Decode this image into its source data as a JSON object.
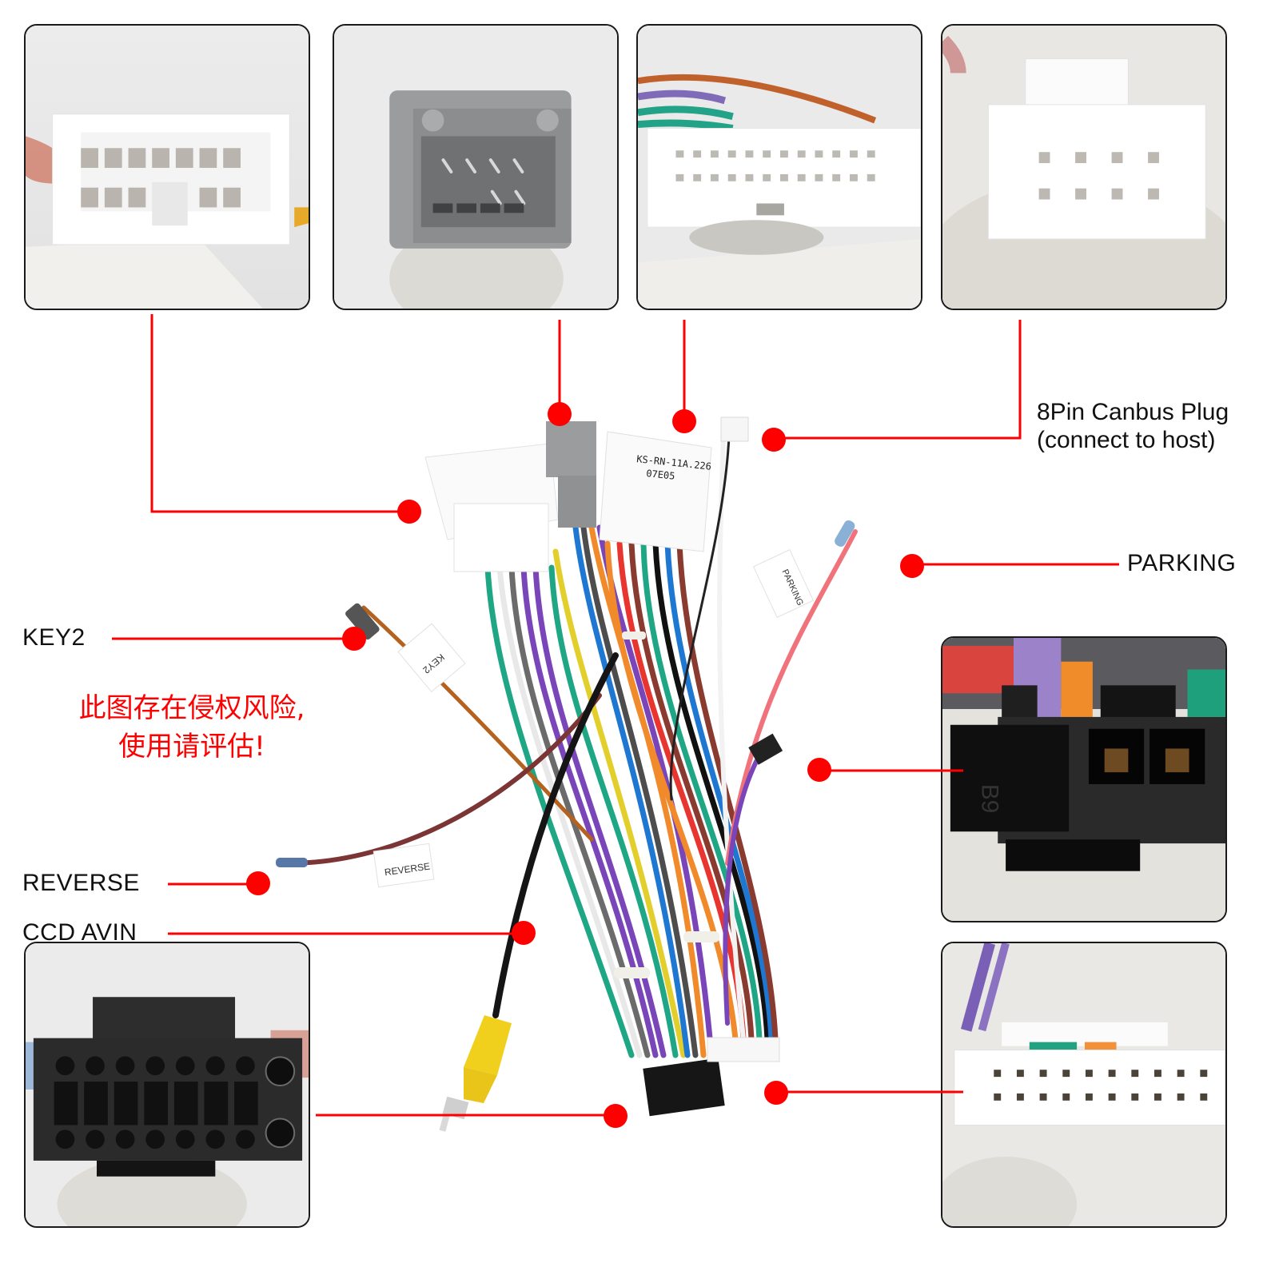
{
  "diagram": {
    "title": "Car stereo wiring harness connector diagram",
    "accent_color": "#ff0000",
    "connector_label_printed": "KS-RN-11A.226",
    "connector_label_code": "07E05",
    "callouts": {
      "canbus_line1": "8Pin Canbus Plug",
      "canbus_line2": "(connect to host)",
      "parking": "PARKING",
      "key2": "KEY2",
      "reverse": "REVERSE",
      "ccd_avin": "CCD AVIN"
    },
    "wire_tags": {
      "key2": "KEY2",
      "parking": "PARKING",
      "reverse": "REVERSE"
    },
    "warning": {
      "line1": "此图存在侵权风险,",
      "line2": "使用请评估!"
    },
    "panels": [
      {
        "name": "white-16pin-connector-photo",
        "description": "White 12-pin vehicle connector, 7+5 pins"
      },
      {
        "name": "grey-8pin-connector-photo",
        "description": "Grey 8-pin connector"
      },
      {
        "name": "white-24pin-connector-photo",
        "description": "White 24-pin vehicle connector"
      },
      {
        "name": "canbus-8pin-plug-photo",
        "description": "White 8-pin Canbus plug"
      },
      {
        "name": "black-2pin-connector-photo",
        "description": "Black 2-pin connector marked B9"
      },
      {
        "name": "black-16pin-iso-connector-photo",
        "description": "Black 16-pin head unit connector"
      },
      {
        "name": "white-20pin-connector-photo",
        "description": "White 20-pin head unit connector"
      }
    ],
    "panel_markings": {
      "black_2pin": "B9"
    }
  }
}
